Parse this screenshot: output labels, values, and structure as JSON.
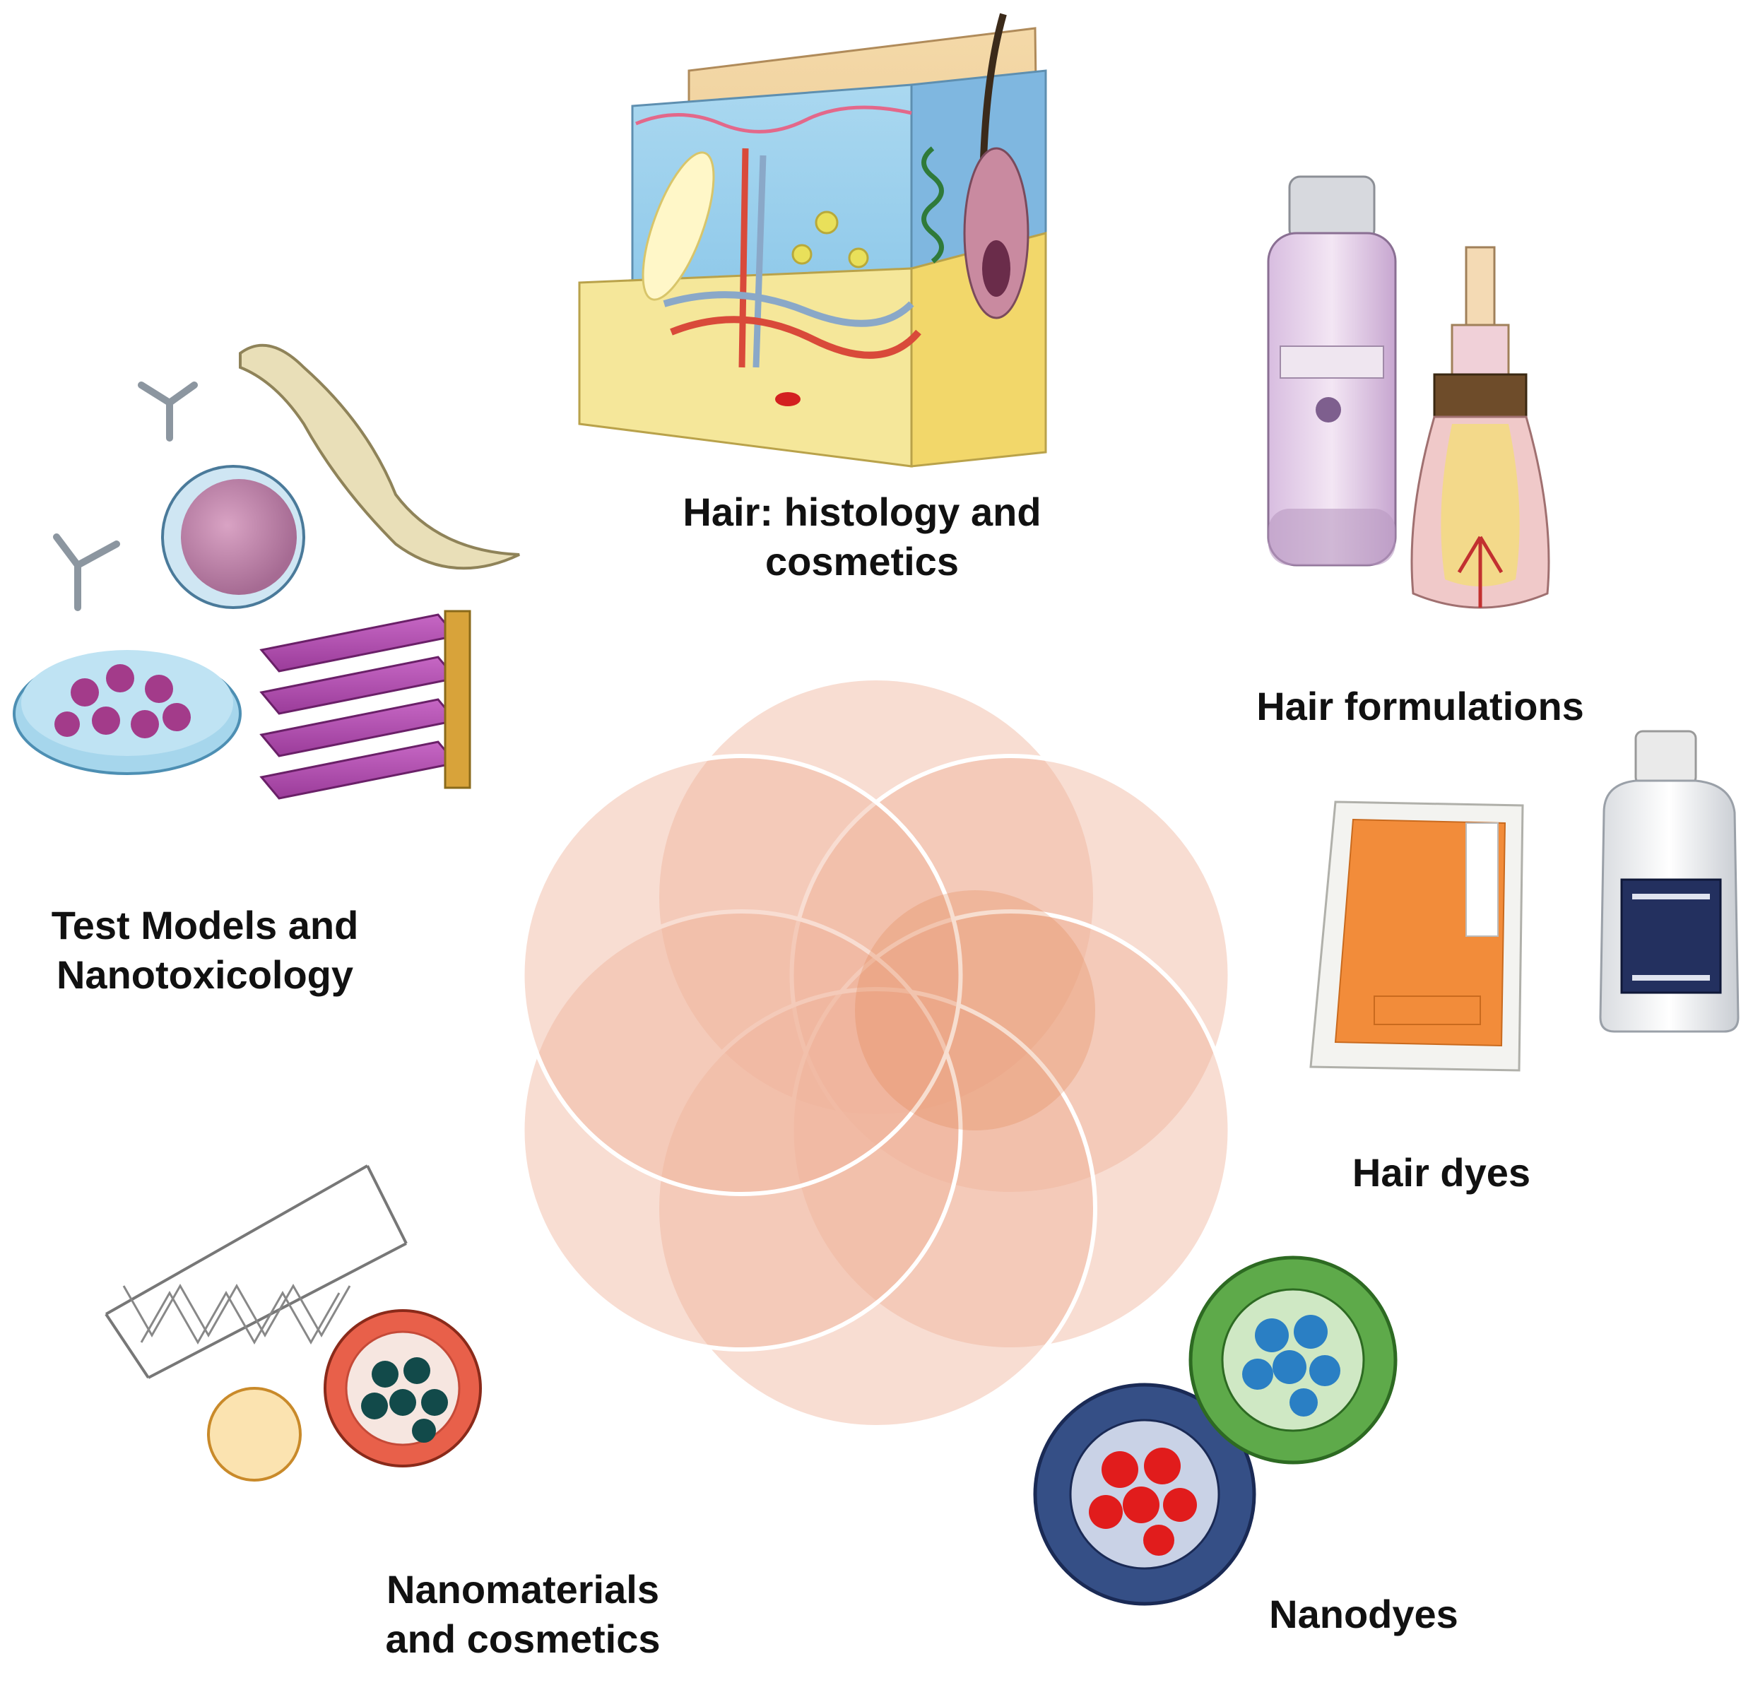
{
  "labels": {
    "hair_histology": [
      "Hair: histology and",
      "cosmetics"
    ],
    "hair_formulations": "Hair formulations",
    "test_models": [
      "Test Models and",
      "Nanotoxicology"
    ],
    "hair_dyes": "Hair dyes",
    "nanomaterials": [
      "Nanomaterials",
      "and cosmetics"
    ],
    "nanodyes": "Nanodyes"
  },
  "icons": {
    "top": "skin-hair-follicle-cross-section-icon",
    "top_right": [
      "shampoo-bottle-icon",
      "hair-bulb-icon"
    ],
    "left": [
      "antibody-icon",
      "cell-icon",
      "nematode-worm-icon",
      "petri-dish-icon",
      "cell-culture-flasks-icon"
    ],
    "right": [
      "hair-dye-sachet-icon",
      "developer-bottle-icon"
    ],
    "bottom_left": [
      "stent-mesh-icon",
      "nanoparticle-capsule-icon",
      "liposome-icon"
    ],
    "bottom_right": [
      "red-nanoparticle-capsule-icon",
      "blue-nanoparticle-capsule-icon"
    ]
  },
  "colors": {
    "petal_light": "#efb49b",
    "petal_dark": "#e07a45",
    "petal_border": "#ffffff"
  }
}
